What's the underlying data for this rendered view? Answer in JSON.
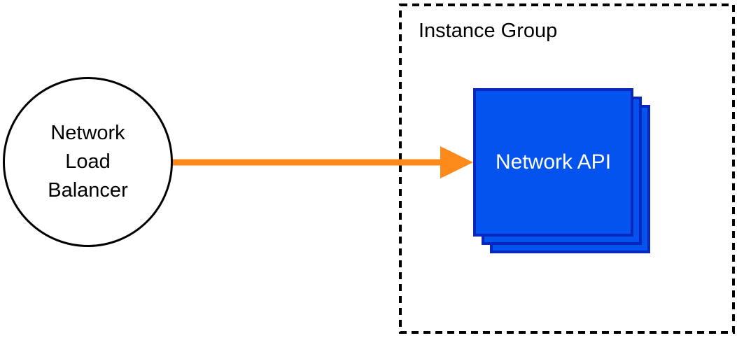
{
  "diagram": {
    "type": "architecture-diagram",
    "background": "#ffffff",
    "nodes": {
      "load_balancer": {
        "shape": "circle",
        "label": "Network Load Balancer",
        "label_lines": [
          "Network",
          "Load",
          "Balancer"
        ],
        "fill": "#ffffff",
        "border_color": "#000000"
      },
      "instance_group": {
        "shape": "dashed-rectangle",
        "title": "Instance Group",
        "border_color": "#000000",
        "border_style": "dashed"
      },
      "network_api": {
        "shape": "stacked-squares",
        "label": "Network API",
        "stack_count": 3,
        "fill": "#0453EE",
        "border_color": "#0827BD",
        "text_color": "#ffffff"
      }
    },
    "edges": [
      {
        "from": "load_balancer",
        "to": "network_api",
        "style": "solid-arrow",
        "direction": "right",
        "color": "#FB8A1A"
      }
    ]
  }
}
